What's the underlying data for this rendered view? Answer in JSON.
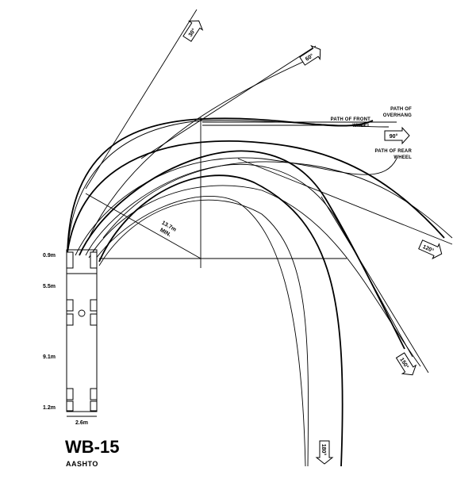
{
  "title": "WB-15",
  "subtitle": "AASHTO",
  "radius_label": {
    "value": "13.7m",
    "note": "MIN."
  },
  "path_labels": {
    "overhang_1": "PATH OF",
    "overhang_2": "OVERHANG",
    "front_1": "PATH OF FRONT",
    "front_2": "WHEEL",
    "rear_1": "PATH OF REAR",
    "rear_2": "WHEEL"
  },
  "angles": {
    "a30": "30°",
    "a60": "60°",
    "a90": "90°",
    "a120": "120°",
    "a150": "150°",
    "a180": "180°"
  },
  "dimensions": {
    "d1": "0.9m",
    "d2": "5.5m",
    "d3": "9.1m",
    "d4": "1.2m",
    "width": "2.6m"
  }
}
